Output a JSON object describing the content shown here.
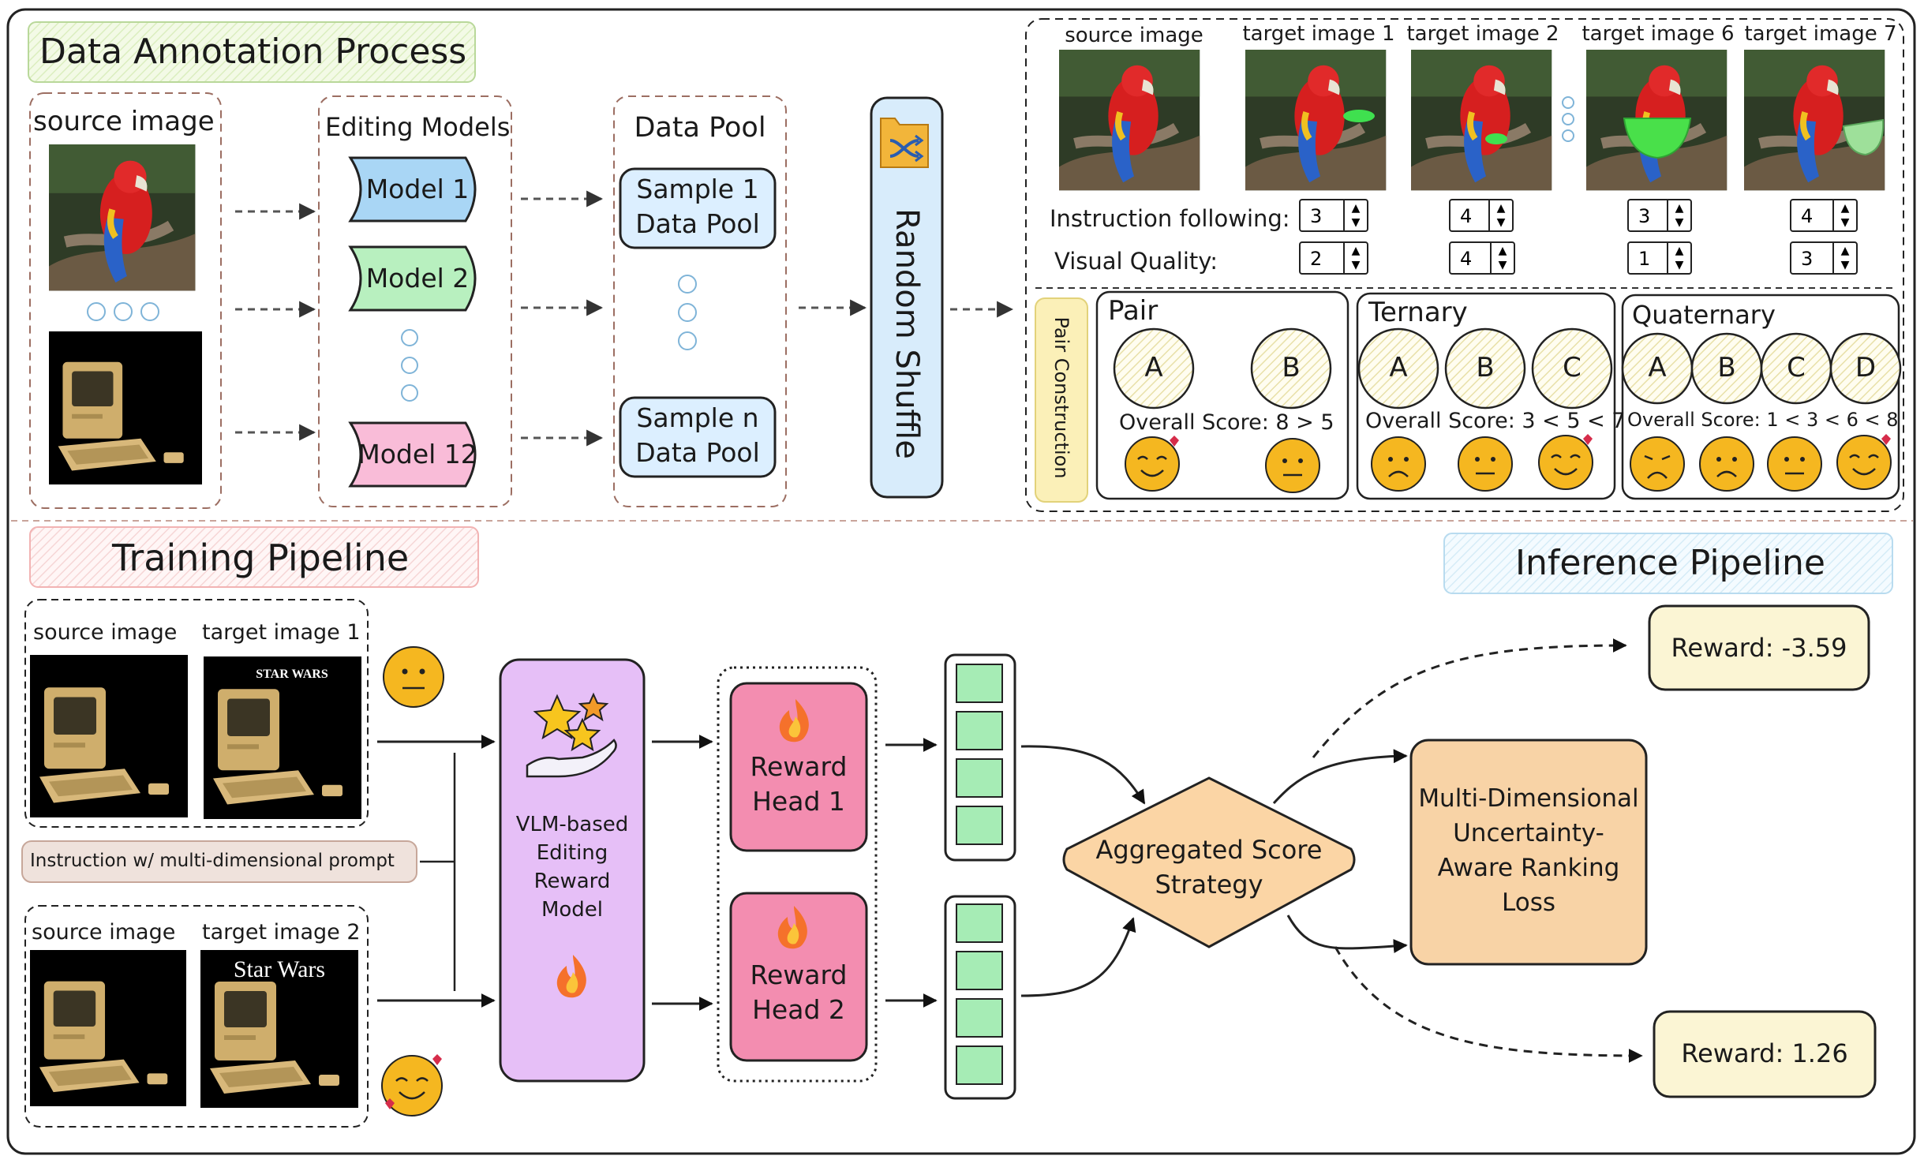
{
  "annotation": {
    "title": "Data Annotation Process",
    "source_label": "source image",
    "models_label": "Editing Models",
    "models": [
      "Model 1",
      "Model 2",
      "Model 12"
    ],
    "pool_label": "Data Pool",
    "pool_top": [
      "Sample 1",
      "Data Pool"
    ],
    "pool_bottom": [
      "Sample n",
      "Data Pool"
    ],
    "shuffle_label": "Random Shuffle",
    "image_labels": [
      "source image",
      "target image 1",
      "target image 2",
      "target image 6",
      "target image 7"
    ],
    "instruction_label": "Instruction following:",
    "quality_label": "Visual Quality:",
    "instruction_scores": [
      "3",
      "4",
      "3",
      "4"
    ],
    "quality_scores": [
      "2",
      "4",
      "1",
      "3"
    ],
    "pair_construction": "Pair Construction",
    "pair": {
      "title": "Pair",
      "nodes": [
        "A",
        "B"
      ],
      "score": "Overall Score: 8 > 5"
    },
    "ternary": {
      "title": "Ternary",
      "nodes": [
        "A",
        "B",
        "C"
      ],
      "score": "Overall Score: 3 < 5 < 7"
    },
    "quaternary": {
      "title": "Quaternary",
      "nodes": [
        "A",
        "B",
        "C",
        "D"
      ],
      "score": "Overall Score: 1 < 3 < 6 < 8"
    }
  },
  "training": {
    "title": "Training Pipeline",
    "source_label": "source image",
    "target1_label": "target image 1",
    "target2_label": "target image 2",
    "target1_text": "STAR WARS",
    "target2_text": "Star Wars",
    "instruction": "Instruction w/ multi-dimensional prompt",
    "vlm_label": [
      "VLM-based",
      "Editing",
      "Reward",
      "Model"
    ],
    "head1": [
      "Reward",
      "Head 1"
    ],
    "head2": [
      "Reward",
      "Head 2"
    ],
    "aggregate": [
      "Aggregated Score",
      "Strategy"
    ],
    "loss": [
      "Multi-Dimensional",
      "Uncertainty-",
      "Aware Ranking",
      "Loss"
    ]
  },
  "inference": {
    "title": "Inference Pipeline",
    "reward_top": "Reward: -3.59",
    "reward_bottom": "Reward: 1.26"
  },
  "colors": {
    "model1": "#a9d6f5",
    "model2": "#b8f0bf",
    "model12": "#f9bcd8",
    "pool": "#dcefff",
    "shuffle": "#d8ecfb",
    "vlm": "#e6bff7",
    "head": "#f38db0",
    "vector": "#a6ecb5",
    "aggregate": "#fbd5a5",
    "loss": "#f8d3a6",
    "reward": "#fbf5d4",
    "emoji": "#f5b720"
  }
}
